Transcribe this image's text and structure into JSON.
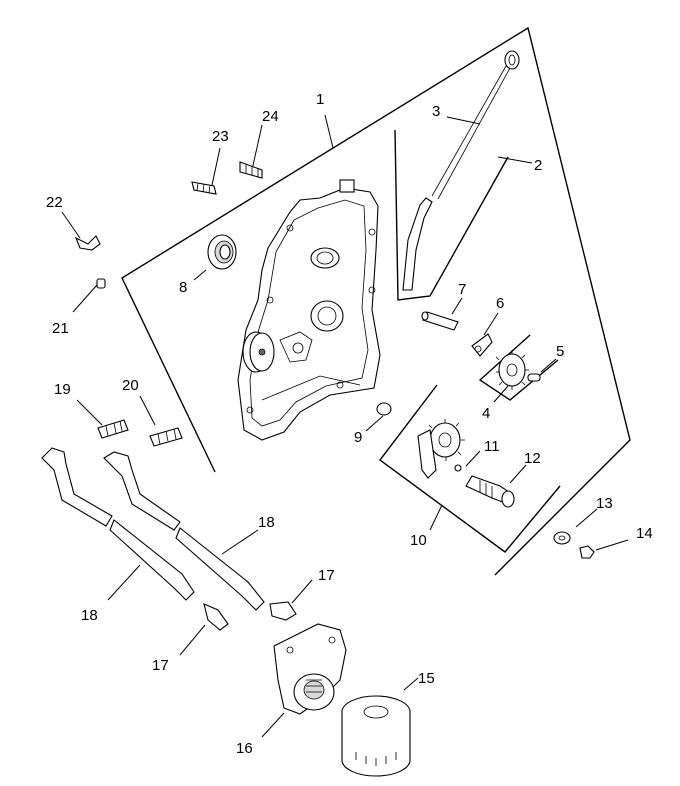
{
  "callouts": [
    {
      "id": "1",
      "label": "1"
    },
    {
      "id": "2",
      "label": "2"
    },
    {
      "id": "3",
      "label": "3"
    },
    {
      "id": "4",
      "label": "4"
    },
    {
      "id": "5",
      "label": "5"
    },
    {
      "id": "6",
      "label": "6"
    },
    {
      "id": "7",
      "label": "7"
    },
    {
      "id": "8",
      "label": "8"
    },
    {
      "id": "9",
      "label": "9"
    },
    {
      "id": "10",
      "label": "10"
    },
    {
      "id": "11",
      "label": "11"
    },
    {
      "id": "12",
      "label": "12"
    },
    {
      "id": "13",
      "label": "13"
    },
    {
      "id": "14",
      "label": "14"
    },
    {
      "id": "15",
      "label": "15"
    },
    {
      "id": "16",
      "label": "16"
    },
    {
      "id": "17a",
      "label": "17"
    },
    {
      "id": "17b",
      "label": "17"
    },
    {
      "id": "18a",
      "label": "18"
    },
    {
      "id": "18b",
      "label": "18"
    },
    {
      "id": "19",
      "label": "19"
    },
    {
      "id": "20",
      "label": "20"
    },
    {
      "id": "21",
      "label": "21"
    },
    {
      "id": "22",
      "label": "22"
    },
    {
      "id": "23",
      "label": "23"
    },
    {
      "id": "24",
      "label": "24"
    }
  ]
}
